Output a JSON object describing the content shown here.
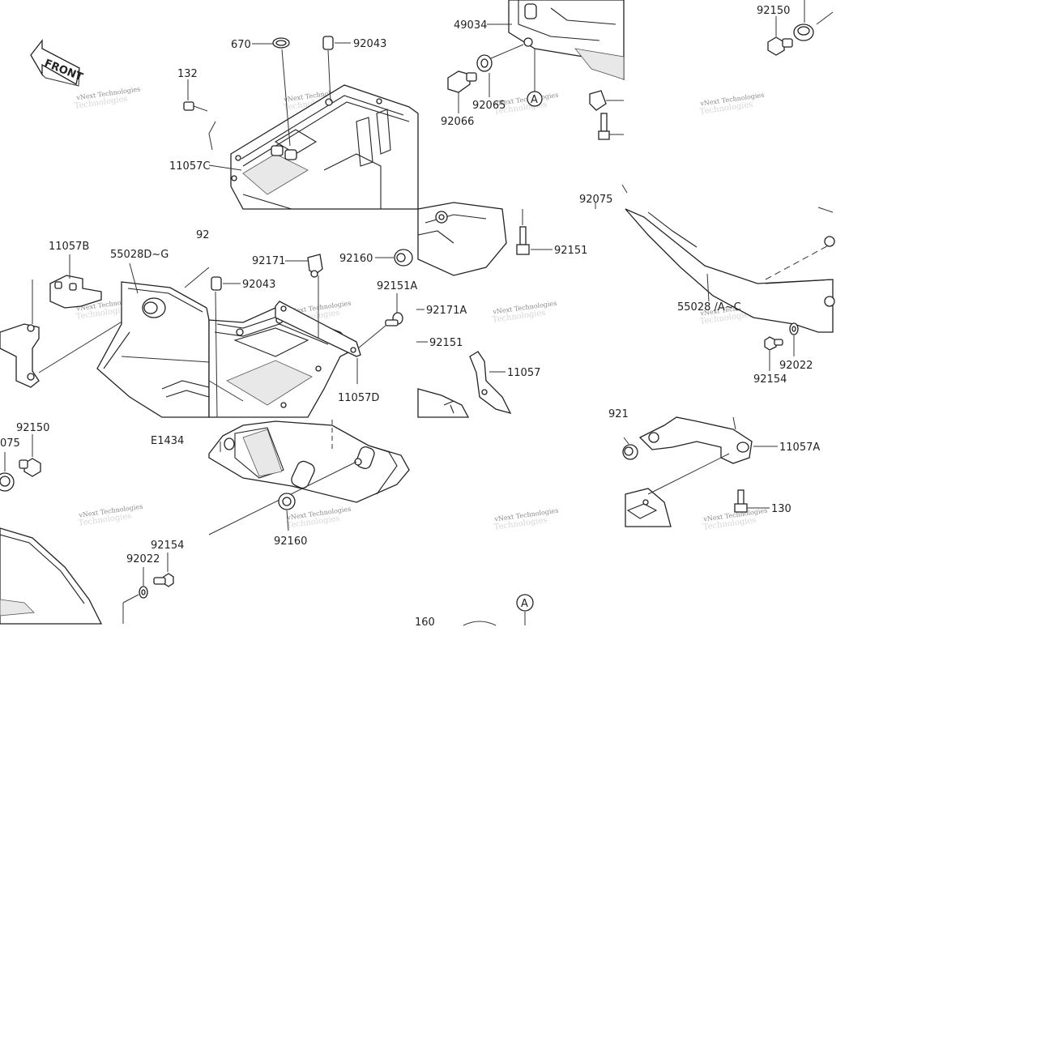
{
  "front_badge": "FRONT",
  "figure_code": "E1434",
  "circle_marker": "A",
  "watermark": {
    "line1": "vNext Technologies",
    "line2": "Technologies"
  },
  "labels": {
    "l670": "670",
    "l92043_top": "92043",
    "l132": "132",
    "l11057c": "11057C",
    "l49034": "49034",
    "l92066": "92066",
    "l92065": "92065",
    "l92150_tr": "92150",
    "l92075_mid": "92075",
    "l92151_mid": "92151",
    "l92160_mid": "92160",
    "l92171": "92171",
    "l92043_mid": "92043",
    "l92_frag": "92",
    "l11057b": "11057B",
    "l55028dg": "55028D~G",
    "l92151a": "92151A",
    "l92171a": "92171A",
    "l92151_r": "92151",
    "l11057": "11057",
    "l11057d": "11057D",
    "l55028ac": "55028 /A~C",
    "l92022_r": "92022",
    "l92154_r": "92154",
    "l92150_l": "92150",
    "l075_frag": "075",
    "l92154_l": "92154",
    "l92022_l": "92022",
    "l92160_b": "92160",
    "l921_frag": "921",
    "l11057a": "11057A",
    "l130": "130",
    "l160_frag": "160"
  }
}
